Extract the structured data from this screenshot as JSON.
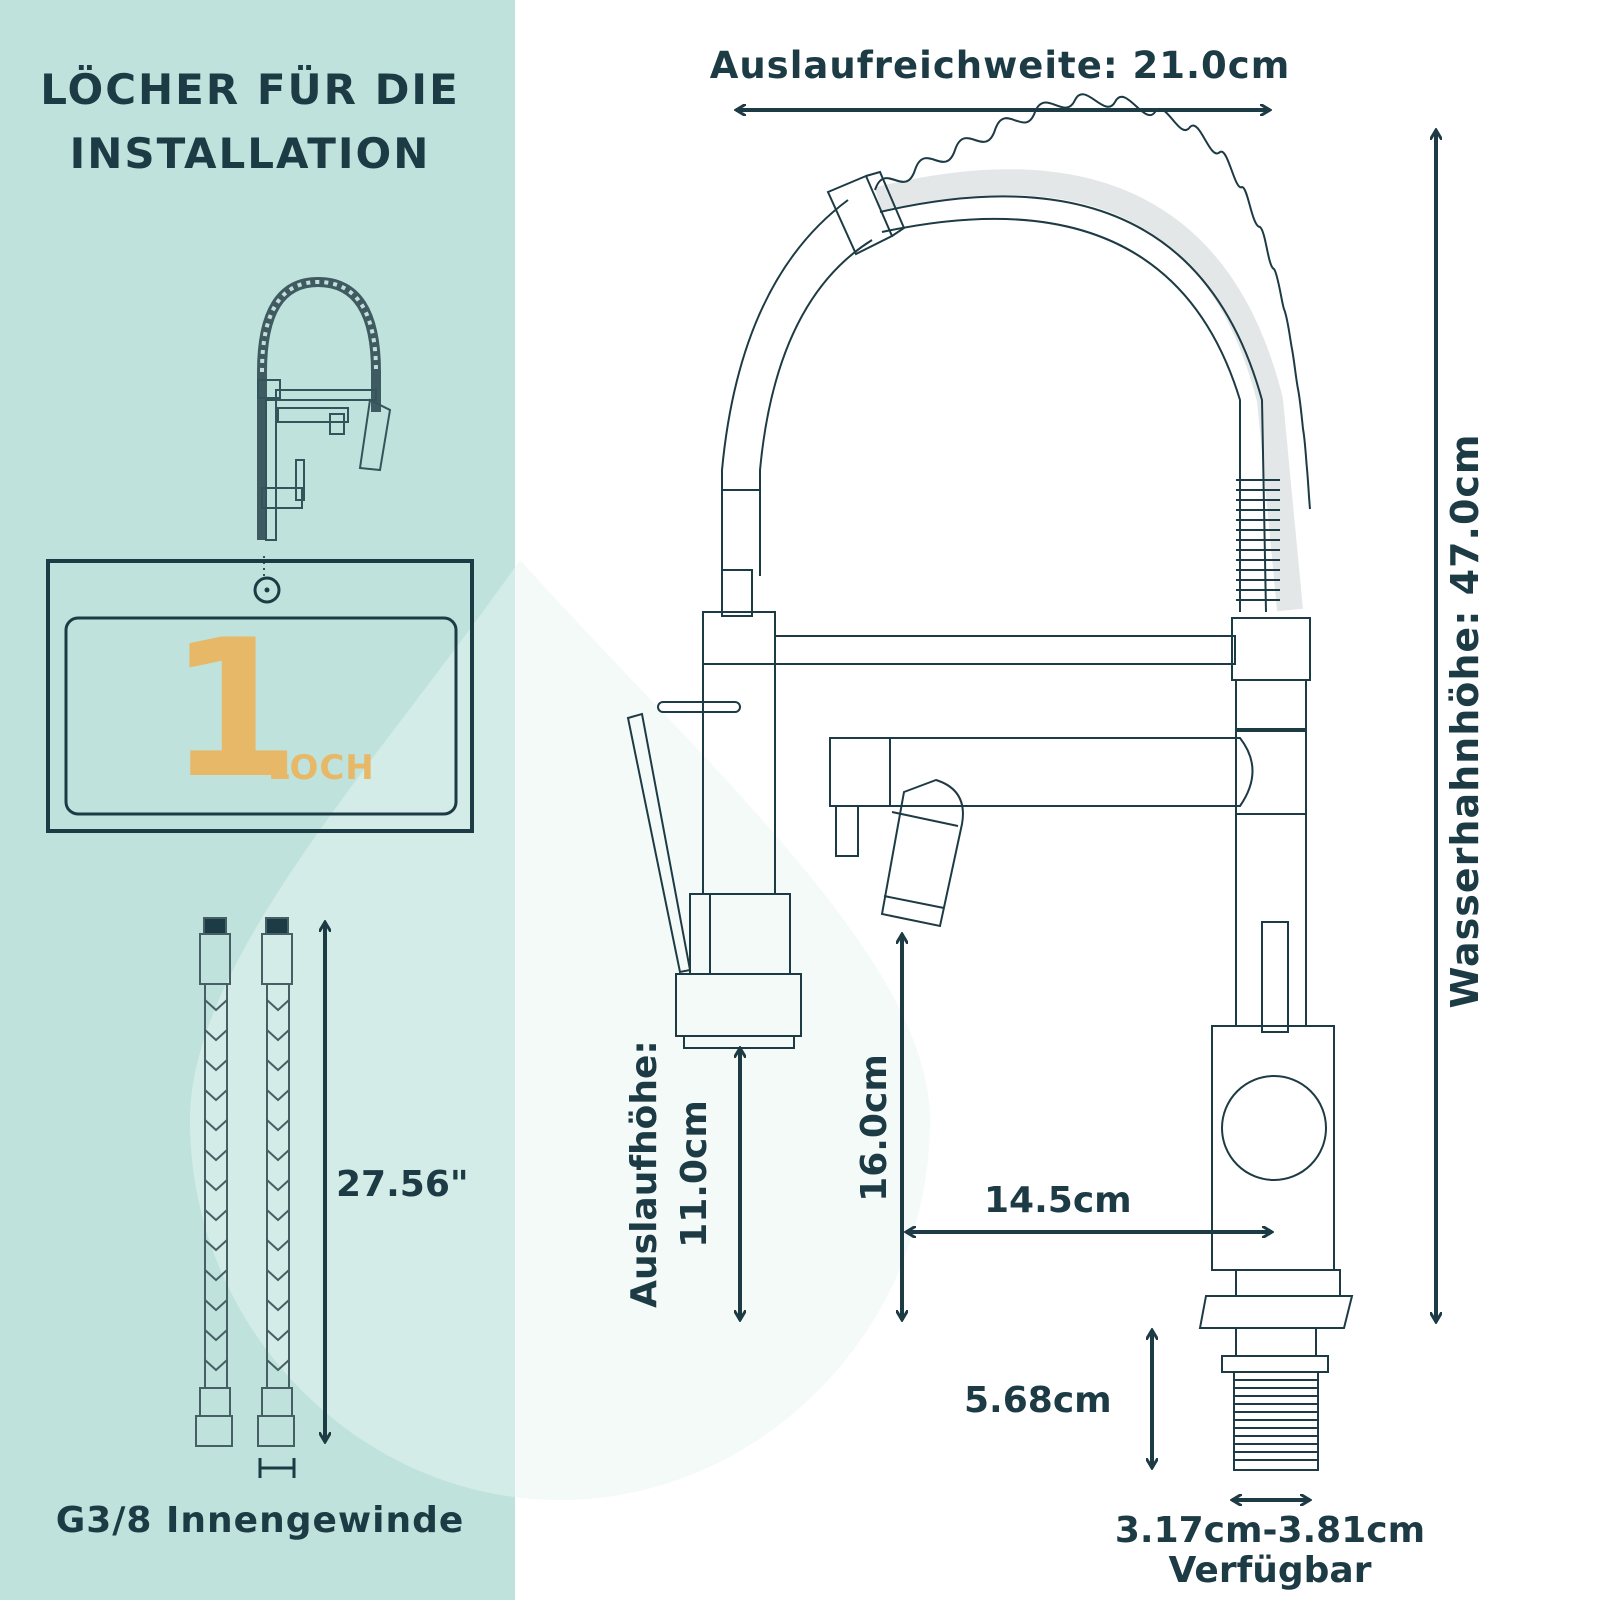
{
  "left_panel": {
    "title_line1": "LÖCHER FÜR DIE",
    "title_line2": "INSTALLATION",
    "hole_count": "1",
    "hole_unit": "LOCH",
    "hose_length": "27.56\"",
    "thread_label": "G3/8 Innengewinde"
  },
  "dimensions": {
    "spout_reach": "Auslaufreichweite: 21.0cm",
    "faucet_height": "Wasserhahnhöhe: 47.0cm",
    "spout_height_label": "Auslaufhöhe:",
    "spout_height_value": "11.0cm",
    "sprayer_height": "16.0cm",
    "handle_distance": "14.5cm",
    "shank_length": "5.68cm",
    "hole_diameter": "3.17cm-3.81cm",
    "hole_diameter_note": "Verfügbar"
  },
  "colors": {
    "panel_bg": "#bfe3dc",
    "ink": "#1d3b45",
    "accent": "#e7b868"
  }
}
